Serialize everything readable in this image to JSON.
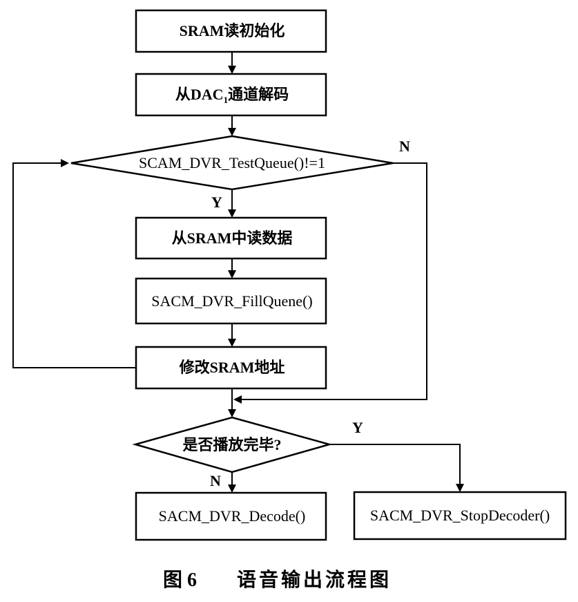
{
  "nodes": {
    "sram_init": "SRAM读初始化",
    "decode_dac": {
      "prefix": "从DAC",
      "sub": "1",
      "suffix": "通道解码"
    },
    "test_queue": "SCAM_DVR_TestQueue()!=1",
    "read_sram": "从SRAM中读数据",
    "fill_queue": "SACM_DVR_FillQuene()",
    "modify_addr": "修改SRAM地址",
    "play_done": "是否播放完毕?",
    "decode": "SACM_DVR_Decode()",
    "stop_decoder": "SACM_DVR_StopDecoder()"
  },
  "edge_labels": {
    "test_yes": "Y",
    "test_no": "N",
    "done_yes": "Y",
    "done_no": "N"
  },
  "caption": {
    "figure": "图 6",
    "title": "语音输出流程图"
  }
}
